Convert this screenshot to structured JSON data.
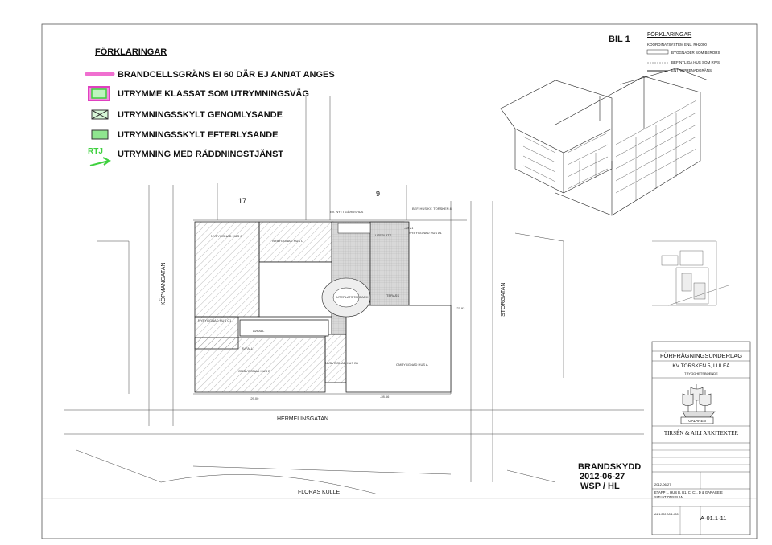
{
  "legend": {
    "title": "FÖRKLARINGAR",
    "items": [
      {
        "label": "BRANDCELLSGRÄNS EI 60 DÄR EJ ANNAT ANGES",
        "symbol": "pink-line-icon"
      },
      {
        "label": "UTRYMME KLASSAT SOM UTRYMNINGSVÄG",
        "symbol": "pink-box-icon"
      },
      {
        "label": "UTRYMNINGSSKYLT GENOMLYSANDE",
        "symbol": "crossed-sign-icon"
      },
      {
        "label": "UTRYMNINGSSKYLT EFTERLYSANDE",
        "symbol": "green-sign-icon"
      },
      {
        "label": "UTRYMNING MED RÄDDNINGSTJÄNST",
        "symbol": "green-arrow-icon"
      }
    ],
    "rtj": "RTJ",
    "colors": {
      "pink": "#f06fd0",
      "green": "#3fd13f"
    }
  },
  "sheet": {
    "bil": "BIL 1",
    "top_legend": {
      "title": "FÖRKLARINGAR",
      "lines": [
        "KOORDINATSYSTEM ENL. RH2000",
        "BYGGNADER SOM BERÖRS",
        "BEFINTLIGA HUS SOM RIVS",
        "ENTREPRENADGRÄNS"
      ]
    }
  },
  "plan": {
    "streets": {
      "west": "KÖPMANGATAN",
      "east": "STORGATAN",
      "south": "HERMELINSGATAN",
      "bottom": "FLORAS KULLE"
    },
    "block_numbers": [
      "17",
      "9"
    ],
    "buildings": [
      "NYBYGGNAD HUS C",
      "NYBYGGNAD HUS D",
      "NYBYGGNAD HUS A1",
      "NYBYGGNAD HUS C1",
      "NYBYGGNAD HUS B1",
      "OMBYGGNAD HUS B",
      "OMBYGGNAD HUS A"
    ],
    "other_labels": [
      "UTEPLATS",
      "UTEPLATS TAKPARK",
      "TERASS",
      "AVFALL",
      "AVFALL",
      "BEF. HUS KV. TORSKEN 8",
      "EV. NYTT GÅRDSHUS"
    ],
    "levels": [
      "-29.00",
      "-28.66",
      "-27.92",
      "-29.21"
    ]
  },
  "stamp": {
    "line1": "BRANDSKYDD",
    "line2": "2012-06-27",
    "line3": "WSP / HL"
  },
  "title_block": {
    "purpose": "FÖRFRÅGNINGSUNDERLAG",
    "project": "KV TORSKEN 5, LULEÅ",
    "subproject": "TRYGGHETSBOENDE",
    "logo_text": "GALAREN",
    "architect": "TIRSÉN & AILI ARKITEKTER",
    "date": "2012-06-27",
    "drawing_title": "ETAPP 1, HUS B, B1, C, C1, D & GARAGE E SITUATIONSPLAN",
    "scale": "A1 1:200  A3 1:400",
    "drawing_number": "A-01.1-11"
  }
}
